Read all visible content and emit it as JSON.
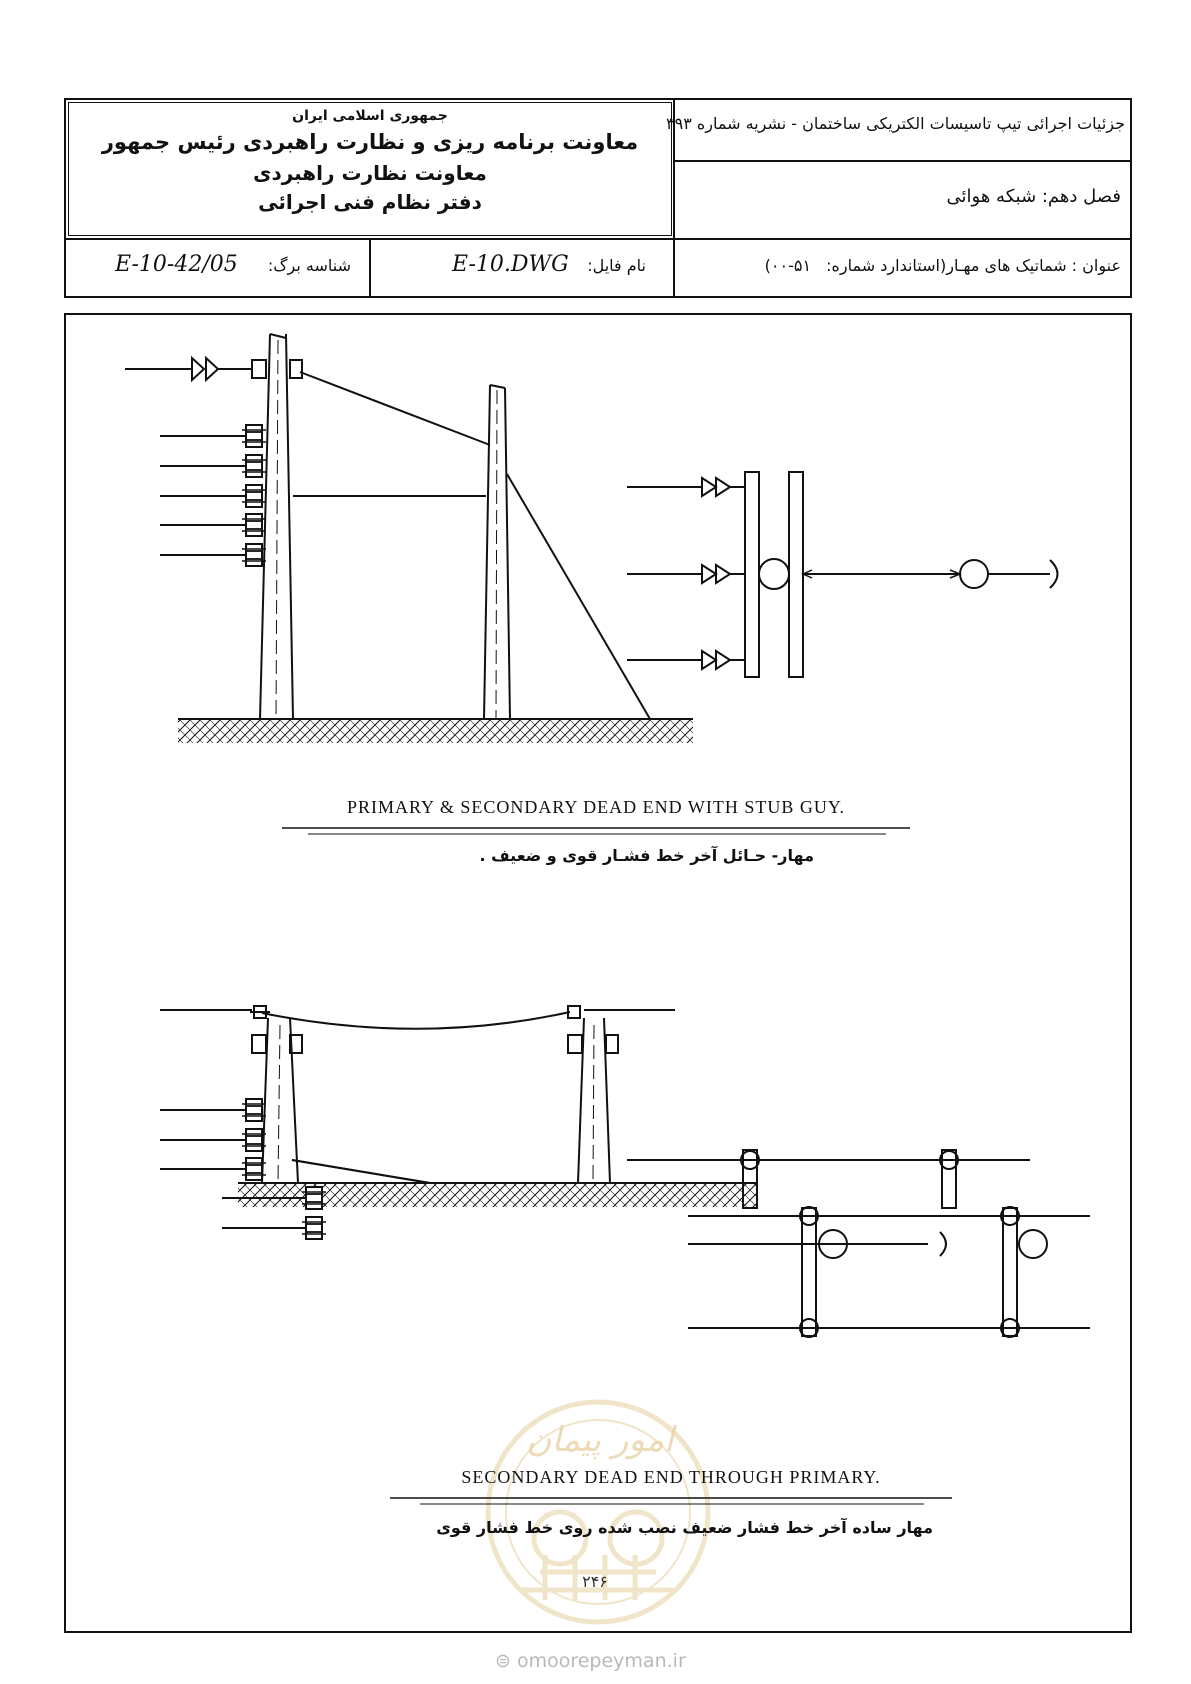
{
  "header": {
    "org_line1": "جمهوری اسلامی ایران",
    "org_line2": "معاونت برنامه ریزی و نظارت راهبردی رئیس جمهور",
    "org_line3": "معاونت نظارت راهبردی",
    "org_line4": "دفتر نظام فنی اجرائی",
    "publication": "جزئیات اجرائی تیپ تاسیسات الکتریکی ساختمان - نشریه شماره ۳۹۳",
    "chapter": "فصل دهم: شبکه هوائی",
    "title_label": "عنوان : شماتیک های مهـار(استاندارد شماره:",
    "title_number": "۵۱-۰۰)",
    "file_label": "نام فایل:",
    "file_value": "E-10.DWG",
    "sheet_label": "شناسه برگ:",
    "sheet_value": "E-10-42/05"
  },
  "drawing1": {
    "caption_en": "PRIMARY & SECONDARY DEAD END WITH STUB GUY.",
    "caption_fa": "مهار- حـائل آخر خط فشـار قوی و ضعیف ."
  },
  "drawing2": {
    "caption_en": "SECONDARY DEAD END THROUGH PRIMARY.",
    "caption_fa": "مهار ساده آخر خط فشار ضعیف نصب شده روی خط فشار قوی"
  },
  "footer": {
    "page_number": "۲۴۶",
    "watermark_text": "امور پیمان",
    "website": "omoorepeyman.ir"
  },
  "colors": {
    "line": "#111111",
    "ground": "#111111",
    "watermark": "#e0c58a"
  }
}
